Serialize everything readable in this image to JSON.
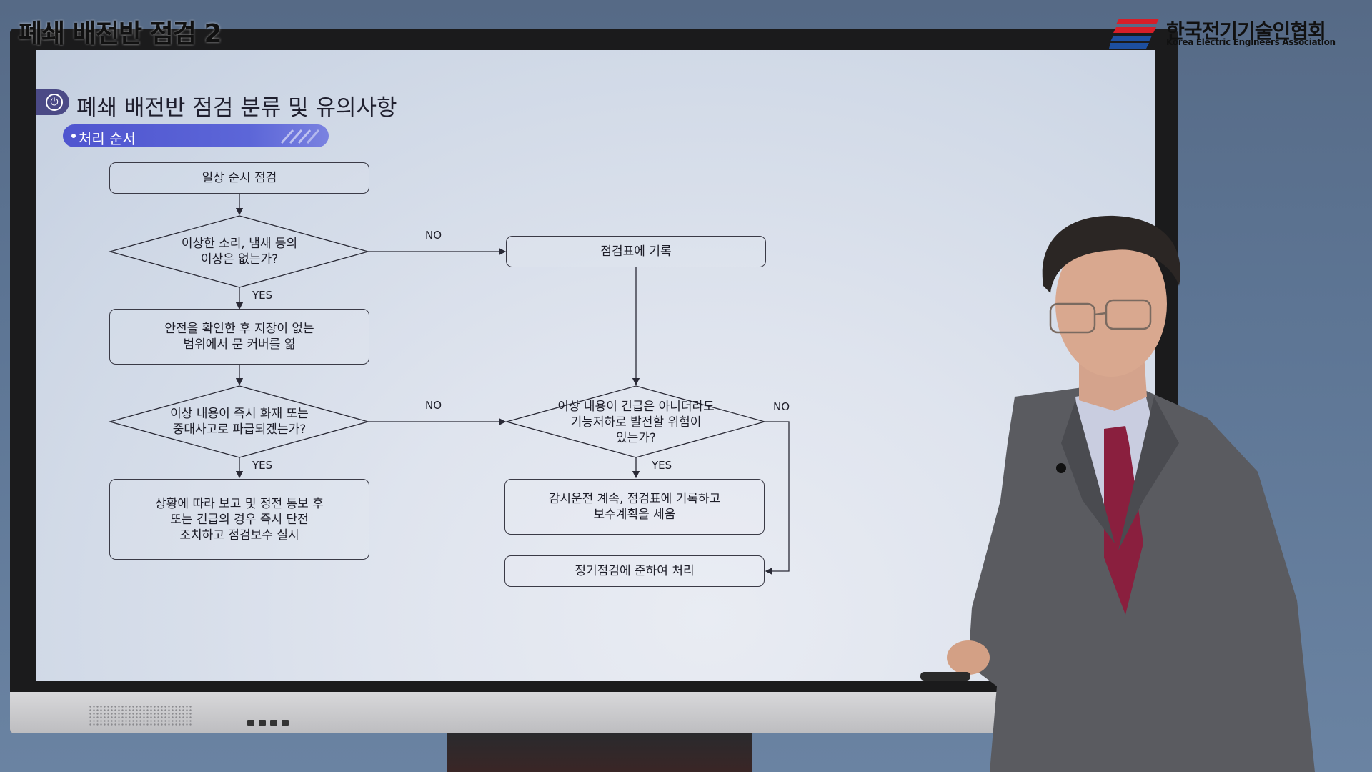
{
  "video": {
    "title": "폐쇄 배전반 점검 2"
  },
  "brand": {
    "name": "한국전기기술인협회",
    "subtitle": "Korea Electric Engineers Association",
    "colors": {
      "red": "#d71e28",
      "blue": "#1d4fa0"
    }
  },
  "slide": {
    "heading": "폐쇄 배전반 점검 분류 및 유의사항",
    "heading_icon": "plug-icon",
    "subtitle": "처리 순서",
    "accent_color": "#4f55cf"
  },
  "flowchart": {
    "start": "일상 순시 점검",
    "decision_1": "이상한 소리, 냄새 등의\n이상은 없는가?",
    "record": "점검표에 기록",
    "open_cover": "안전을 확인한 후 지장이 없는\n범위에서 문 커버를 엶",
    "decision_2": "이상 내용이 즉시 화재 또는\n중대사고로 파급되겠는가?",
    "decision_3": "이상 내용이 긴급은 아니더라도\n기능저하로 발전할 위험이\n있는가?",
    "report": "상황에 따라 보고 및 정전 통보 후\n또는 긴급의 경우 즉시 단전\n조치하고 점검보수 실시",
    "monitor": "감시운전 계속, 점검표에 기록하고\n보수계획을 세움",
    "periodic": "정기점검에 준하여 처리",
    "labels": {
      "no_1": "NO",
      "yes_1": "YES",
      "no_2": "NO",
      "yes_2": "YES",
      "yes_3": "YES",
      "no_3": "NO"
    }
  },
  "monitor_hardware": {
    "ports_icon": "io-ports-icon",
    "speaker_icon": "speaker-grille-icon"
  }
}
